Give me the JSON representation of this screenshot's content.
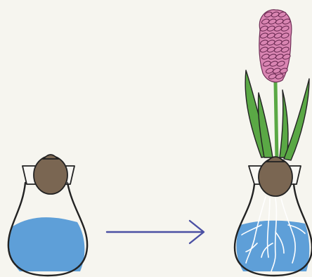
{
  "diagram": {
    "stages": [
      {
        "id": "bulb-in-vase",
        "roots": false,
        "flower": false
      },
      {
        "id": "flowering-hyacinth",
        "roots": true,
        "flower": true
      }
    ],
    "arrow": {
      "direction": "right"
    },
    "colors": {
      "background": "#f6f5ef",
      "water": "#5e9fd8",
      "bulb": "#7a6652",
      "leaf": "#5aa845",
      "flower": "#d985b2",
      "flower_outline": "#6e2d55",
      "outline": "#222222",
      "arrow": "#4a4fa3",
      "root": "#ffffff"
    }
  }
}
